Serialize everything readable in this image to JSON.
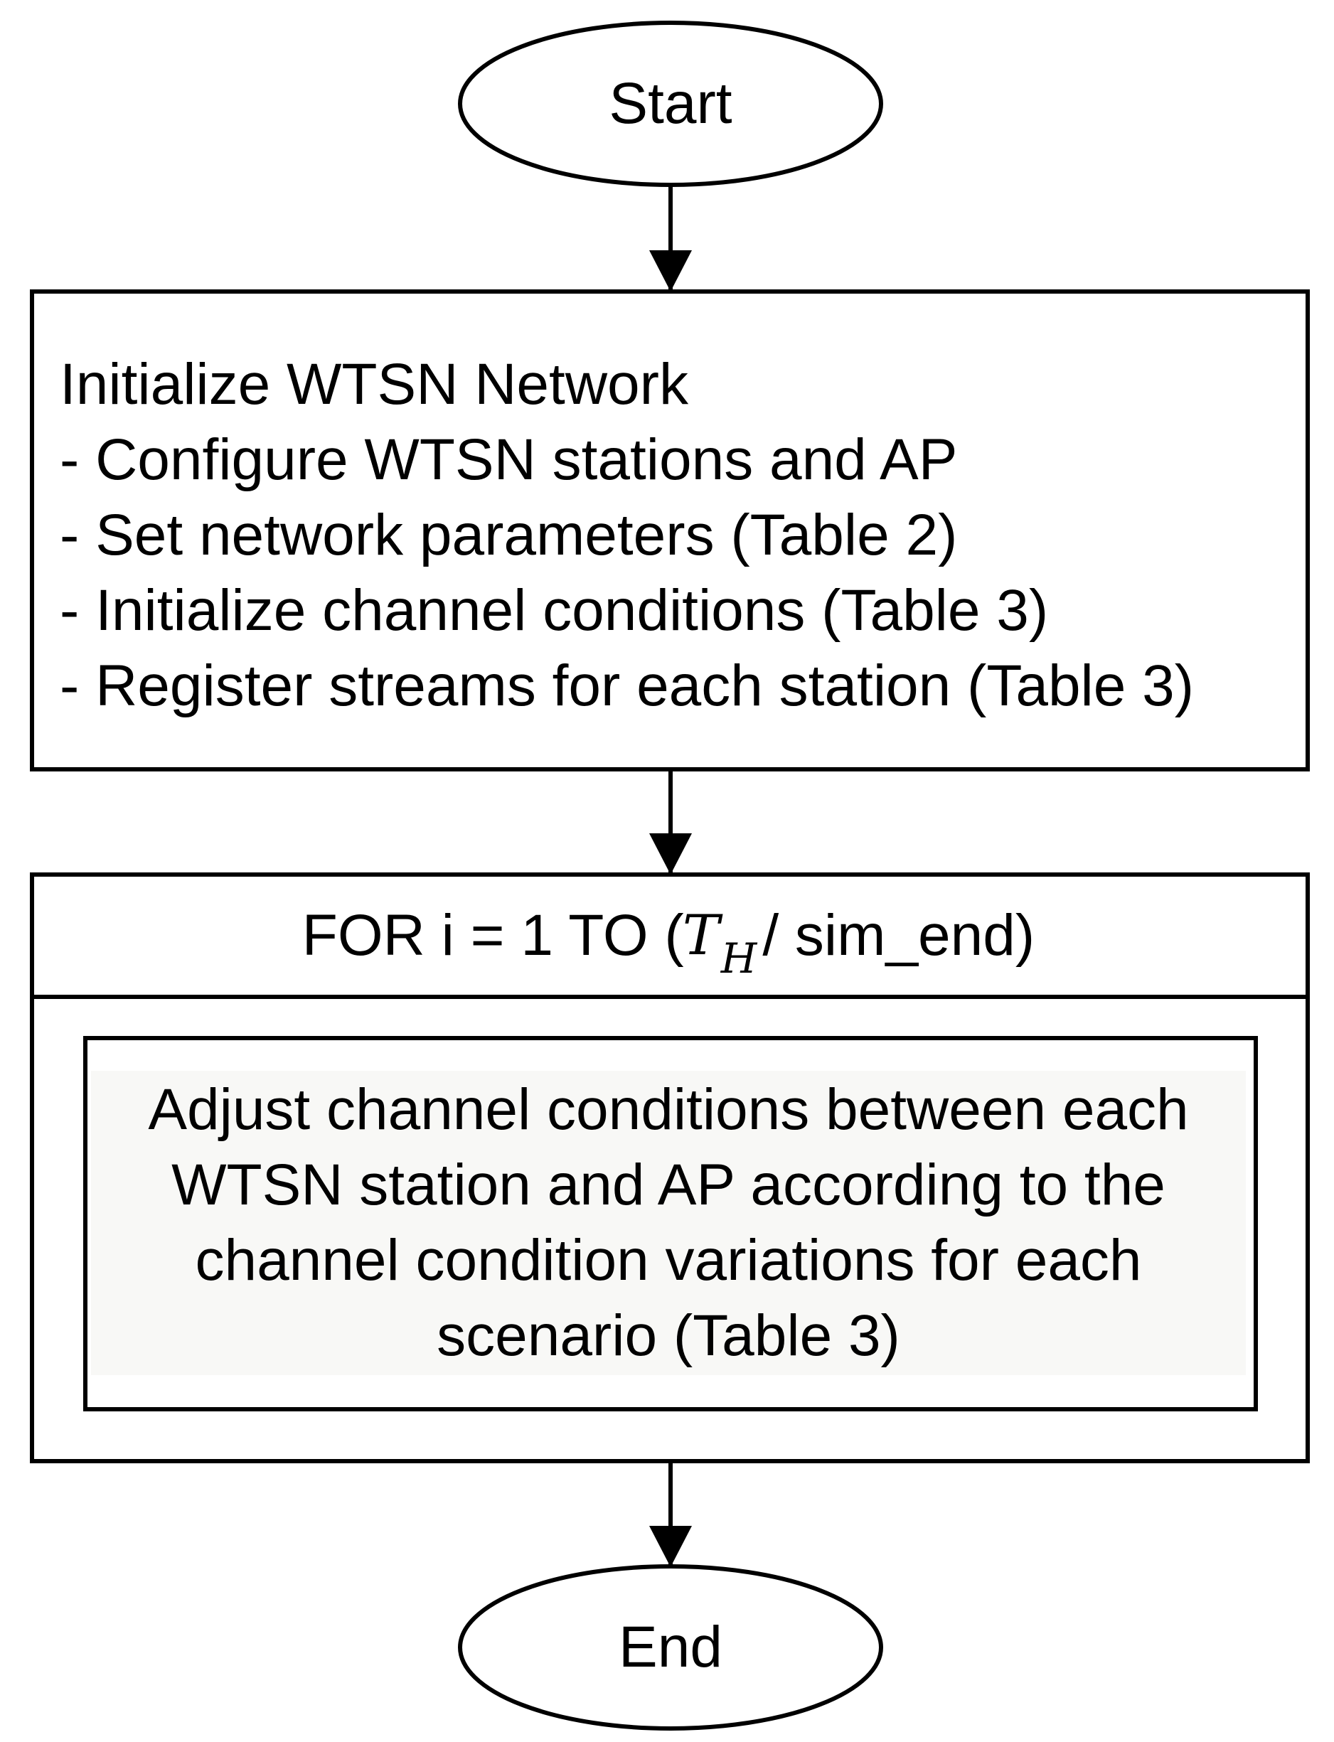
{
  "flowchart": {
    "start_label": "Start",
    "end_label": "End",
    "init_block": {
      "title": "Initialize WTSN Network",
      "steps": [
        "- Configure WTSN stations and AP",
        "- Set network parameters (Table 2)",
        "- Initialize channel conditions (Table 3)",
        "- Register streams for each station (Table 3)"
      ]
    },
    "loop_block": {
      "header_prefix": "FOR i = 1 TO (",
      "header_math_base": "T",
      "header_math_sub": "H",
      "header_suffix": "/ sim_end)",
      "body_text": "Adjust channel conditions between each WTSN station and AP according to the channel condition variations for each scenario (Table 3)"
    },
    "colors": {
      "stroke": "#000000",
      "background": "#ffffff",
      "text_highlight": "#f8f8f6"
    }
  }
}
